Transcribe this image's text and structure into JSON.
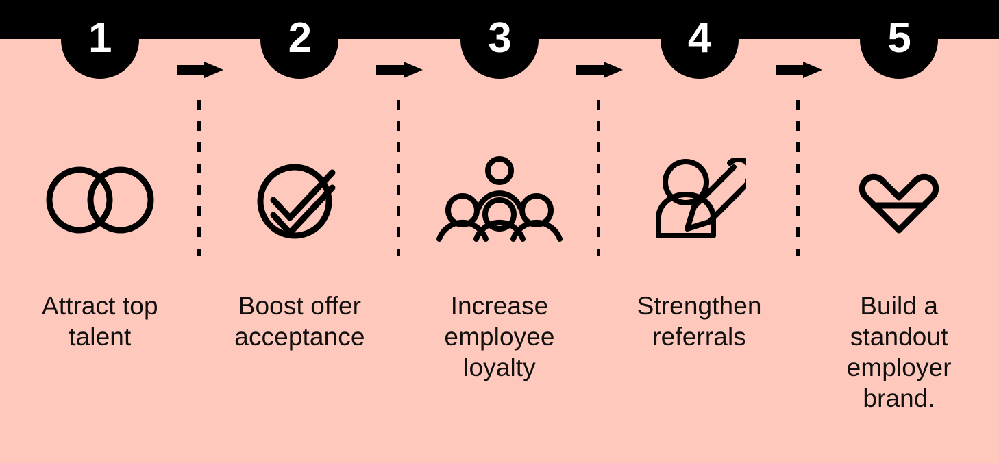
{
  "theme": {
    "header_bar_color": "#000000",
    "panel_color": "#FEC9BC",
    "ink_color": "#000000",
    "badge_text_color": "#FFFFFF",
    "caption_color": "#12100F"
  },
  "diagram": {
    "type": "horizontal-process-flow",
    "step_count": 5,
    "steps": [
      {
        "number": "1",
        "icon": "overlapping-circles-icon",
        "caption": "Attract top\ntalent"
      },
      {
        "number": "2",
        "icon": "check-circle-icon",
        "caption": "Boost offer\nacceptance"
      },
      {
        "number": "3",
        "icon": "people-group-icon",
        "caption": "Increase\nemployee\nloyalty"
      },
      {
        "number": "4",
        "icon": "person-pencil-icon",
        "caption": "Strengthen\nreferrals"
      },
      {
        "number": "5",
        "icon": "geometric-heart-icon",
        "caption": "Build a\nstandout\nemployer\nbrand."
      }
    ],
    "connectors": [
      {
        "icon": "arrow-right-icon"
      },
      {
        "icon": "arrow-right-icon"
      },
      {
        "icon": "arrow-right-icon"
      },
      {
        "icon": "arrow-right-icon"
      }
    ],
    "dividers": [
      {
        "icon": "dashed-vertical-line-icon"
      },
      {
        "icon": "dashed-vertical-line-icon"
      },
      {
        "icon": "dashed-vertical-line-icon"
      },
      {
        "icon": "dashed-vertical-line-icon"
      }
    ]
  }
}
